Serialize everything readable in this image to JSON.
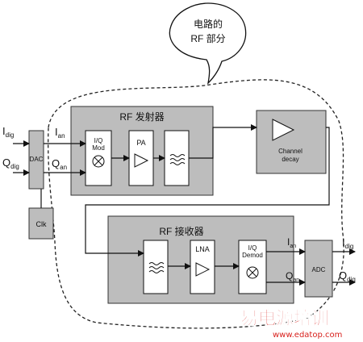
{
  "cloud_label": [
    "电路的",
    "RF 部分"
  ],
  "transmitter": {
    "title": "RF 发射器",
    "mixer": [
      "I/Q",
      "Mod"
    ],
    "pa": "PA"
  },
  "receiver": {
    "title": "RF 接收器",
    "lna": "LNA",
    "demod": [
      "I/Q",
      "Demod"
    ]
  },
  "channel": [
    "Channel",
    "decay"
  ],
  "blocks": {
    "dac": "DAC",
    "clk": "Clk",
    "adc": "ADC"
  },
  "signals": {
    "i_dig_in": {
      "base": "I",
      "sub": "dig"
    },
    "q_dig_in": {
      "base": "Q",
      "sub": "dig"
    },
    "i_an_tx": {
      "base": "I",
      "sub": "an"
    },
    "q_an_tx": {
      "base": "Q",
      "sub": "an"
    },
    "i_an_rx": {
      "base": "I",
      "sub": "an"
    },
    "q_an_rx": {
      "base": "Q",
      "sub": "an"
    },
    "i_dig_out": {
      "base": "I",
      "sub": "dig"
    },
    "q_dig_out": {
      "base": "Q",
      "sub": "dig"
    }
  },
  "watermark": {
    "text": "易电源培训",
    "url": "www.edatop.com",
    "color": "#d8201c"
  },
  "colors": {
    "panel": "#bdbdbd",
    "block": "#ffffff",
    "line": "#111111"
  }
}
